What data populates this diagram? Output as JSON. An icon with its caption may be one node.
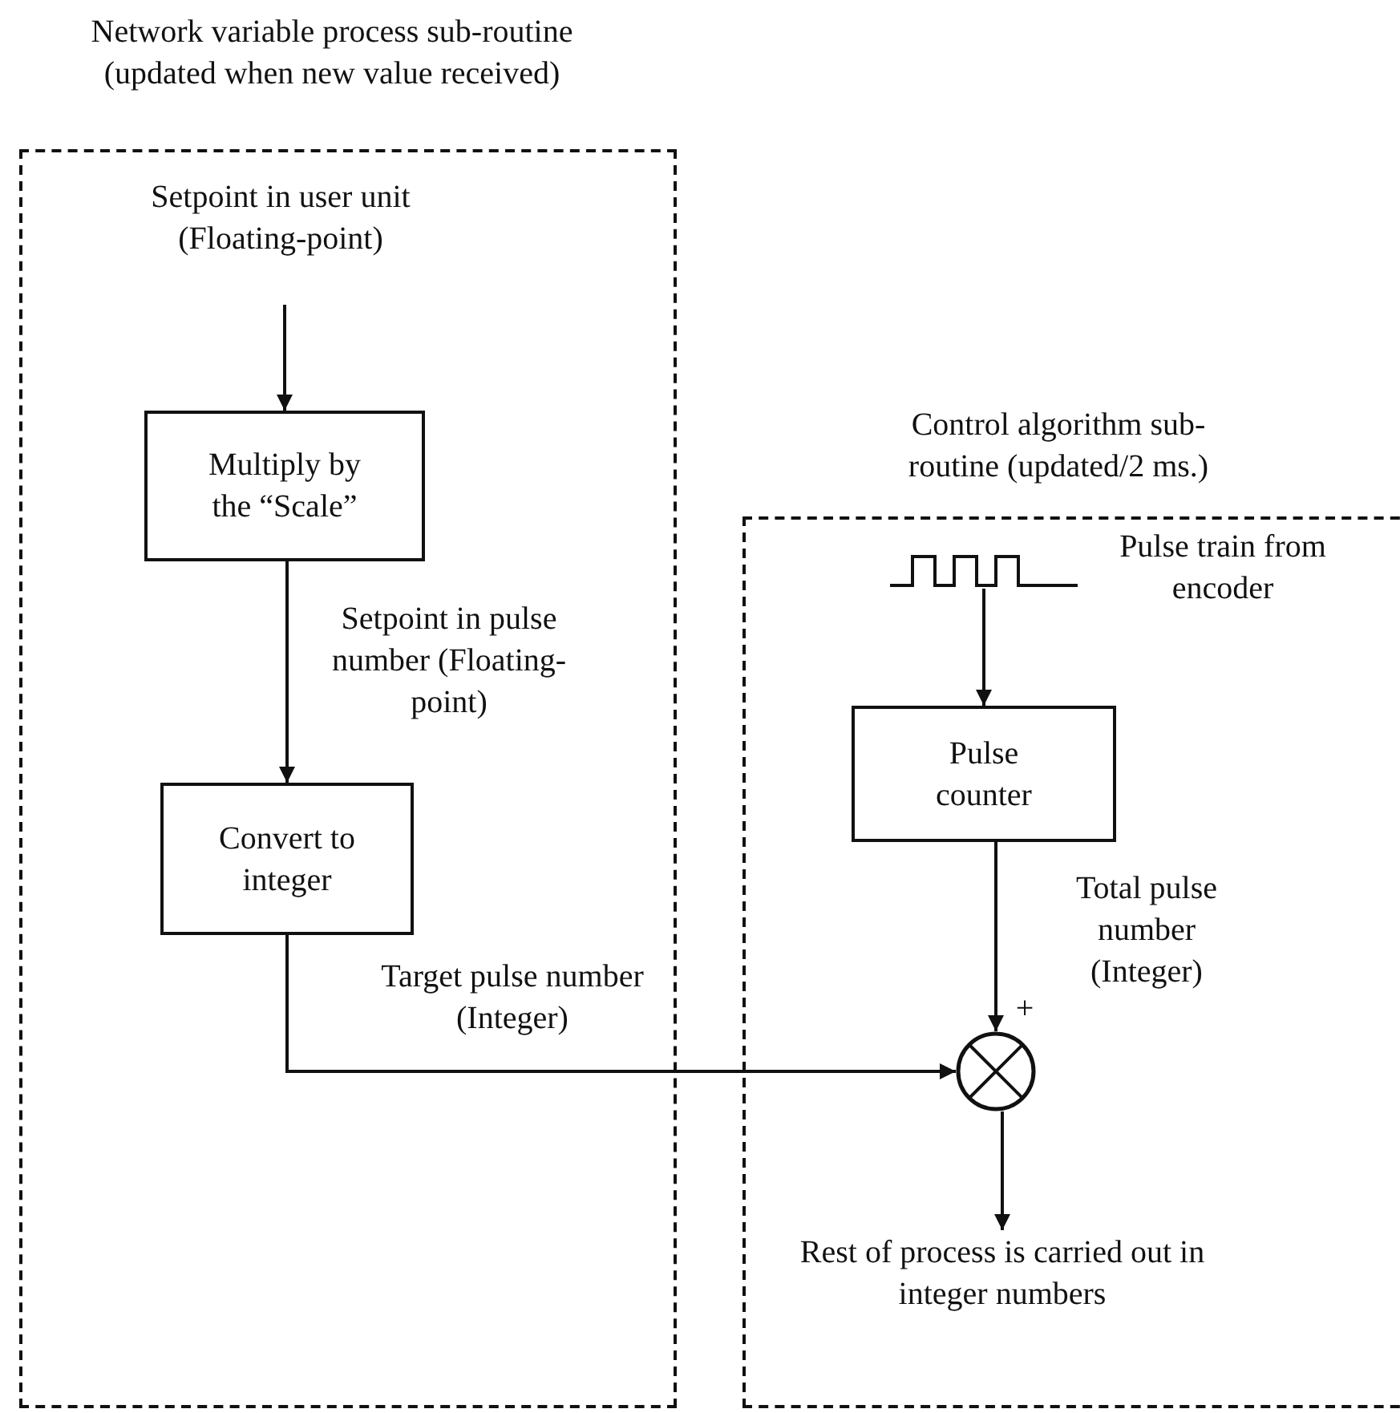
{
  "diagram": {
    "nodes": [
      {
        "text": [
          "Network variable process sub-routine (updated when new value received)"
        ]
      },
      {
        "text": [
          "Setpoint in user unit (Floating-point)"
        ],
        "in": 0
      },
      {
        "text": [
          "Multiply by the “Scale”"
        ],
        "in": 0
      },
      {
        "text": [
          "Convert to integer"
        ],
        "in": 0
      },
      {
        "text": [
          "Control algorithm sub-routine (updated/2 ms.)"
        ]
      },
      {
        "text": [],
        "shape": "picture",
        "beside": [
          "Pulse train from encoder"
        ],
        "in": 4
      },
      {
        "text": [
          "Pulse counter"
        ],
        "in": 4
      },
      {
        "text": [],
        "shape": "circle",
        "beside": [
          "+"
        ],
        "in": 4
      },
      {
        "text": [
          "Rest of process is carried out in integer numbers"
        ],
        "in": 4
      }
    ],
    "edges": [
      {
        "from": 1,
        "to": 2,
        "arrow": "to"
      },
      {
        "from": 2,
        "to": 3,
        "arrow": "to",
        "label": "Setpoint in pulse number (Floating-point)"
      },
      {
        "from": 3,
        "to": 7,
        "arrow": "to",
        "label": "Target pulse number (Integer)"
      },
      {
        "from": 5,
        "to": 6,
        "arrow": "to"
      },
      {
        "from": 6,
        "to": 7,
        "arrow": "to",
        "label": "Total pulse number (Integer)"
      },
      {
        "from": 7,
        "to": 8,
        "arrow": "to"
      }
    ]
  }
}
